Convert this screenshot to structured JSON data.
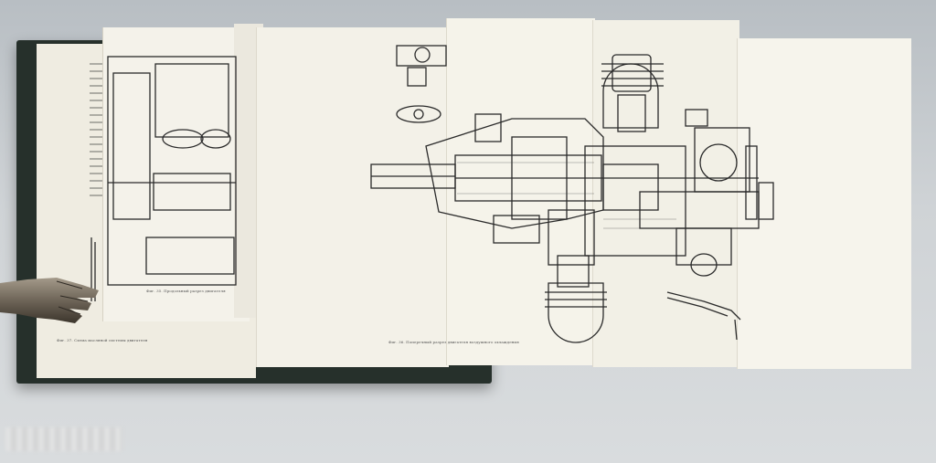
{
  "scene": {
    "figure_captions": {
      "main": "Фиг. 36. Поперечный разрез двигателя воздушного охлаждения",
      "left": "Фиг. 35. Продольный разрез двигателя",
      "bottom": "Фиг. 37. Схема масляной системы двигателя"
    }
  }
}
